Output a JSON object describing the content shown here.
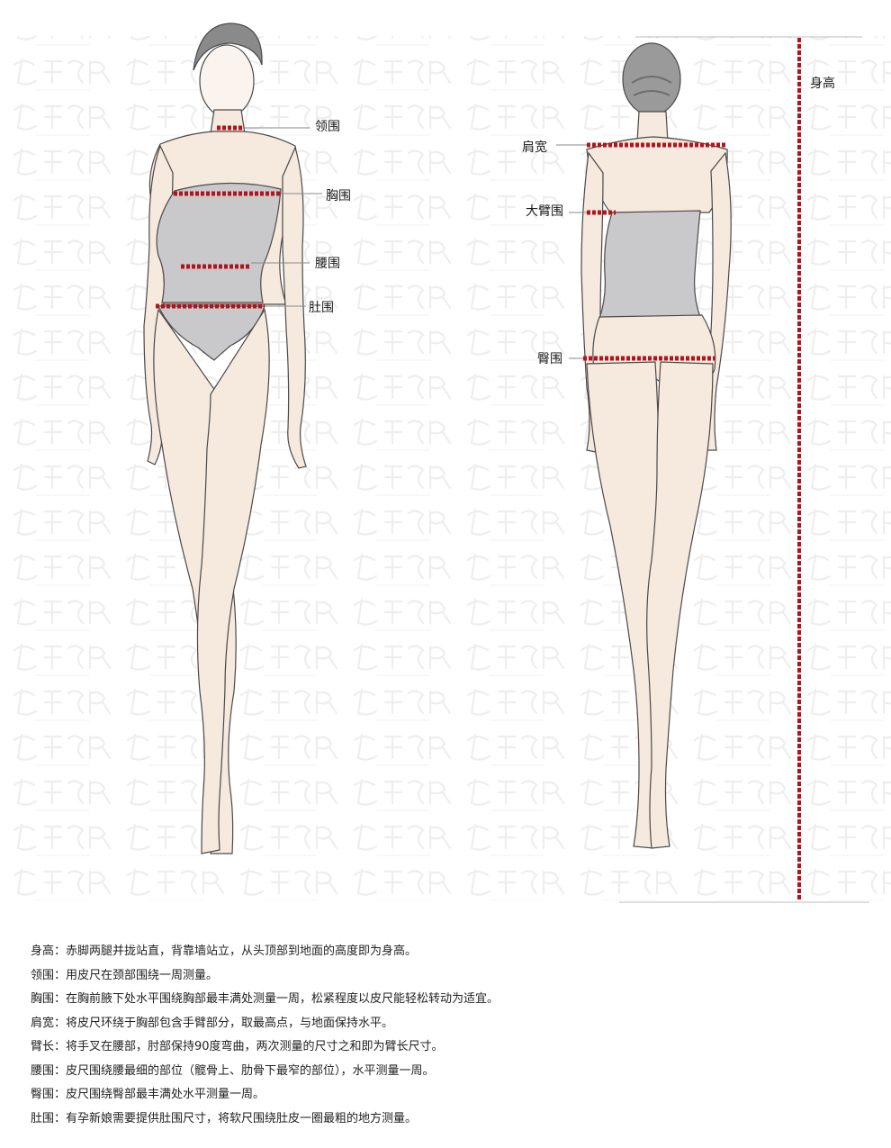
{
  "labels": {
    "neck": "领围",
    "chest": "胸围",
    "waist": "腰围",
    "belly": "肚围",
    "shoulder": "肩宽",
    "upper_arm": "大臂围",
    "hip": "臀围",
    "height": "身高"
  },
  "notes": [
    "身高：赤脚两腿并拢站直，背靠墙站立，从头顶部到地面的高度即为身高。",
    "领围：用皮尺在颈部围绕一周测量。",
    "胸围：在胸前腋下处水平围绕胸部最丰满处测量一周，松紧程度以皮尺能轻松转动为适宜。",
    "肩宽：将皮尺环绕于胸部包含手臂部分，取最高点，与地面保持水平。",
    "臂长：将手叉在腰部，肘部保持90度弯曲，两次测量的尺寸之和即为臂长尺寸。",
    "腰围：皮尺围绕腰最细的部位（髋骨上、肋骨下最窄的部位），水平测量一周。",
    "臀围：皮尺围绕臀部最丰满处水平测量一周。",
    "肚围：有孕新娘需要提供肚围尺寸，将软尺围绕肚皮一圈最粗的地方测量。"
  ],
  "colors": {
    "measure_line": "#b5121b",
    "skin": "#f6e9de",
    "garment": "#c9c9cb",
    "hair": "#7a7a7a",
    "leader": "#8a8a8a"
  },
  "watermark_icon": "brand-watermark"
}
